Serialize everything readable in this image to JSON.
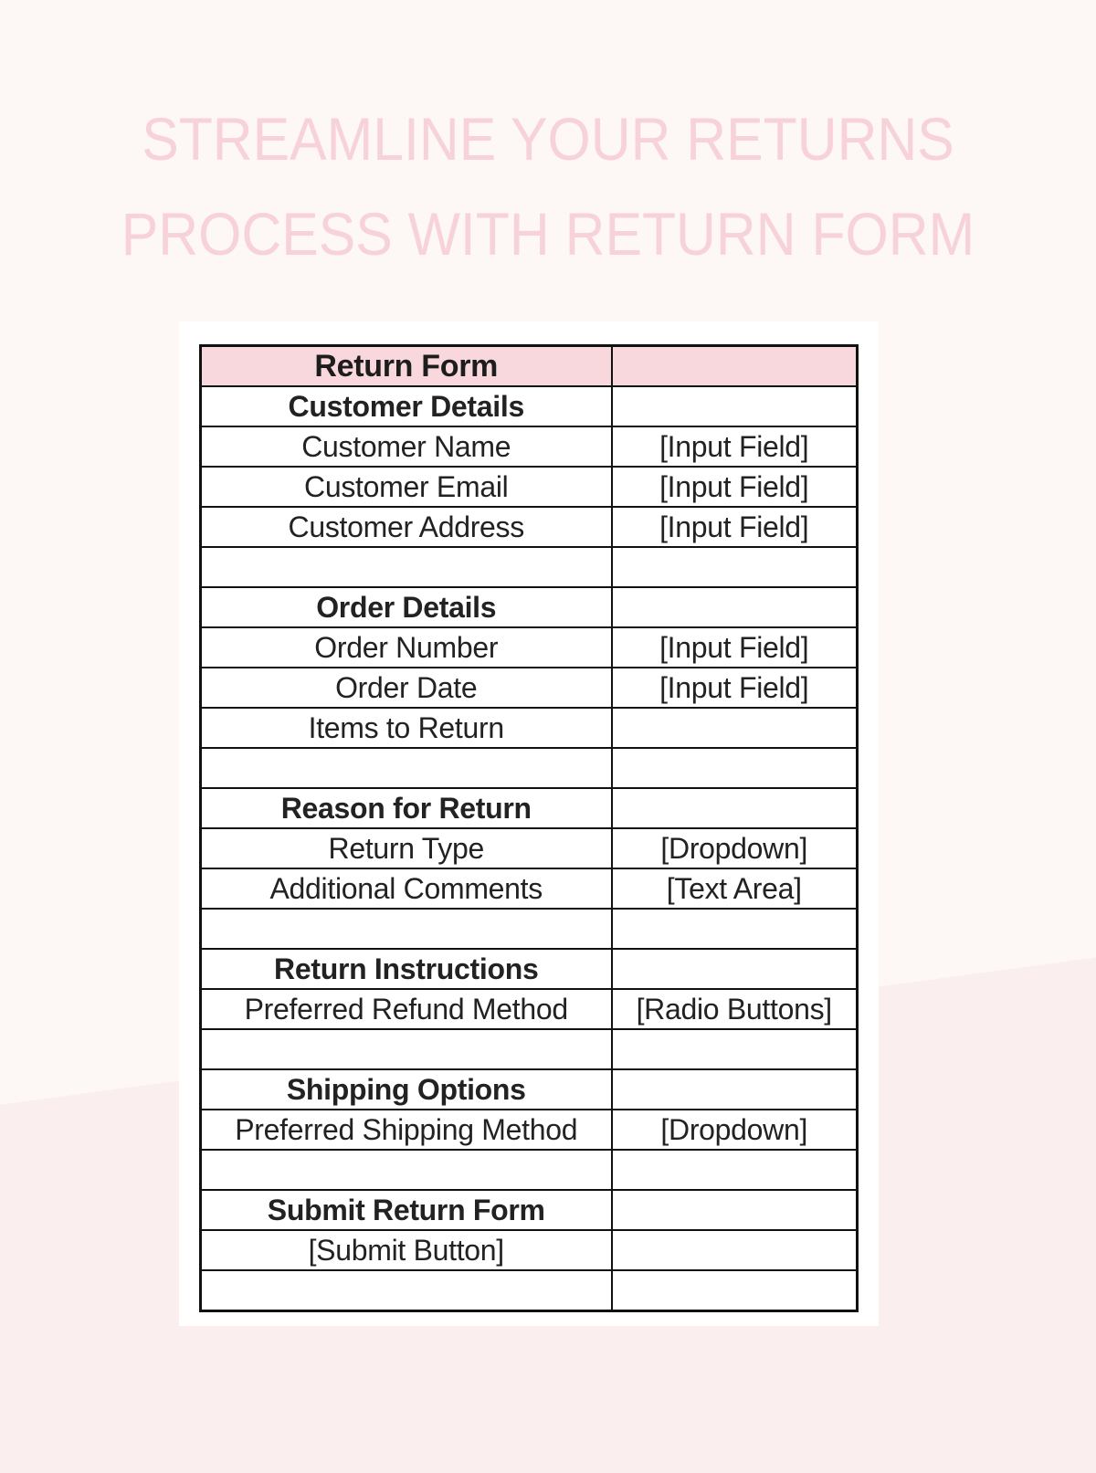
{
  "title": {
    "line1": "STREAMLINE YOUR RETURNS",
    "line2": "PROCESS WITH RETURN FORM"
  },
  "colors": {
    "background_light": "#fdf7f6",
    "background_pink": "#faefee",
    "card": "#ffffff",
    "header_pink": "#f8d8dc",
    "title_pink": "#f8d2d9",
    "border": "#111111",
    "text": "#222222"
  },
  "form_table": {
    "title_row": {
      "label": "Return Form",
      "value": ""
    },
    "rows": [
      {
        "type": "section",
        "label": "Customer Details",
        "value": ""
      },
      {
        "type": "field",
        "label": "Customer Name",
        "value": "[Input Field]"
      },
      {
        "type": "field",
        "label": "Customer Email",
        "value": "[Input Field]"
      },
      {
        "type": "field",
        "label": "Customer Address",
        "value": "[Input Field]"
      },
      {
        "type": "empty",
        "label": "",
        "value": ""
      },
      {
        "type": "section",
        "label": "Order Details",
        "value": ""
      },
      {
        "type": "field",
        "label": "Order Number",
        "value": "[Input Field]"
      },
      {
        "type": "field",
        "label": "Order Date",
        "value": "[Input Field]"
      },
      {
        "type": "field",
        "label": "Items to Return",
        "value": ""
      },
      {
        "type": "empty",
        "label": "",
        "value": ""
      },
      {
        "type": "section",
        "label": "Reason for Return",
        "value": ""
      },
      {
        "type": "field",
        "label": "Return Type",
        "value": "[Dropdown]"
      },
      {
        "type": "field",
        "label": "Additional Comments",
        "value": "[Text Area]"
      },
      {
        "type": "empty",
        "label": "",
        "value": ""
      },
      {
        "type": "section",
        "label": "Return Instructions",
        "value": ""
      },
      {
        "type": "field",
        "label": "Preferred Refund Method",
        "value": "[Radio Buttons]"
      },
      {
        "type": "empty",
        "label": "",
        "value": ""
      },
      {
        "type": "section",
        "label": "Shipping Options",
        "value": ""
      },
      {
        "type": "field",
        "label": "Preferred Shipping Method",
        "value": "[Dropdown]"
      },
      {
        "type": "empty",
        "label": "",
        "value": ""
      },
      {
        "type": "section",
        "label": "Submit Return Form",
        "value": ""
      },
      {
        "type": "field",
        "label": "[Submit Button]",
        "value": ""
      },
      {
        "type": "empty",
        "label": "",
        "value": ""
      }
    ]
  }
}
